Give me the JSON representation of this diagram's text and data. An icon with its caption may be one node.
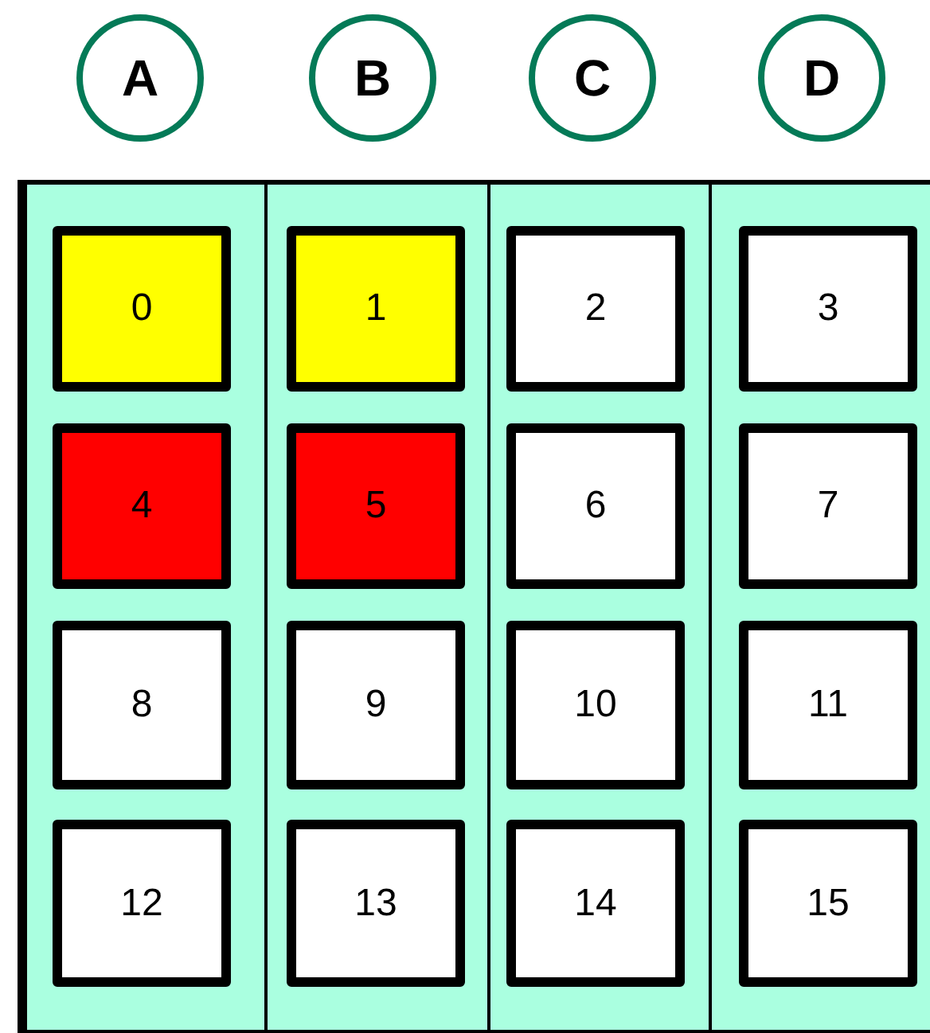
{
  "diagram": {
    "nodes": [
      {
        "text": [
          "A"
        ]
      },
      {
        "text": [
          "B"
        ]
      },
      {
        "text": [
          "C"
        ]
      },
      {
        "text": [
          "D"
        ]
      },
      {
        "text": [],
        "shape": "box"
      },
      {
        "text": [],
        "shape": "box",
        "in": 4
      },
      {
        "text": [],
        "shape": "box",
        "in": 4
      },
      {
        "text": [],
        "shape": "box",
        "in": 4
      },
      {
        "text": [],
        "shape": "box",
        "in": 4
      },
      {
        "text": [
          "0"
        ],
        "in": 5
      },
      {
        "text": [
          "1"
        ],
        "in": 6
      },
      {
        "text": [
          "2"
        ],
        "in": 7
      },
      {
        "text": [
          "3"
        ],
        "in": 8
      },
      {
        "text": [
          "4"
        ],
        "in": 5
      },
      {
        "text": [
          "5"
        ],
        "in": 6
      },
      {
        "text": [
          "6"
        ],
        "in": 7
      },
      {
        "text": [
          "7"
        ],
        "in": 8
      },
      {
        "text": [
          "8"
        ],
        "in": 5
      },
      {
        "text": [
          "9"
        ],
        "in": 6
      },
      {
        "text": [
          "10"
        ],
        "in": 7
      },
      {
        "text": [
          "11"
        ],
        "in": 8
      },
      {
        "text": [
          "12"
        ],
        "in": 5
      },
      {
        "text": [
          "13"
        ],
        "in": 6
      },
      {
        "text": [
          "14"
        ],
        "in": 7
      },
      {
        "text": [
          "15"
        ],
        "in": 8
      }
    ],
    "edges": []
  }
}
